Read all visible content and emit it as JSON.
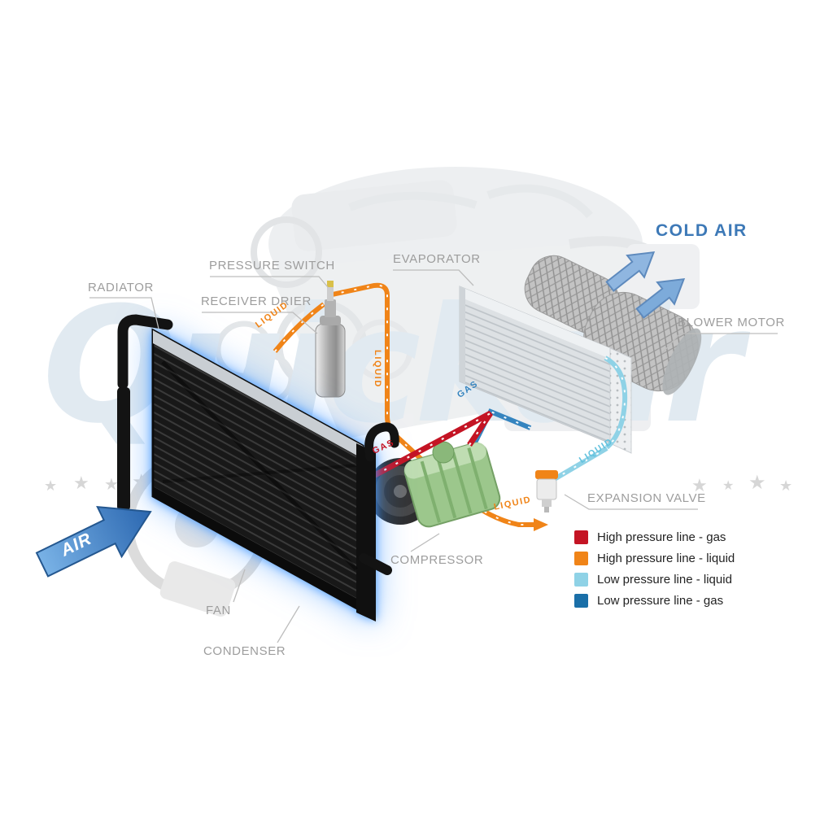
{
  "watermark": {
    "text": "Quickair"
  },
  "icons": {
    "star": "★"
  },
  "labels": {
    "radiator": "RADIATOR",
    "pressure_switch": "PRESSURE SWITCH",
    "receiver_drier": "RECEIVER DRIER",
    "evaporator": "EVAPORATOR",
    "cold_air": "COLD AIR",
    "blower_motor": "BLOWER MOTOR",
    "expansion_valve": "EXPANSION VALVE",
    "compressor": "COMPRESSOR",
    "fan": "FAN",
    "condenser": "CONDENSER",
    "air": "AIR"
  },
  "pipe_labels": {
    "liquid_condenser_out": "LIQUID",
    "liquid_drier_down": "LIQUID",
    "gas_suction": "GAS",
    "gas_discharge": "GAS",
    "liquid_to_valve": "LIQUID",
    "liquid_valve_to_evaporator": "LIQUID"
  },
  "legend": {
    "items": [
      {
        "label": "High pressure line - gas",
        "color": "#c41424"
      },
      {
        "label": "High pressure line - liquid",
        "color": "#f08418"
      },
      {
        "label": "Low pressure line - liquid",
        "color": "#8fd2e6"
      },
      {
        "label": "Low pressure line -  gas",
        "color": "#1a6fa8"
      }
    ]
  },
  "colors": {
    "high_pressure_gas": "#c41424",
    "high_pressure_liquid": "#f08418",
    "low_pressure_liquid": "#8fd2e6",
    "low_pressure_gas": "#1a6fa8",
    "cold_air_text": "#3d79b7",
    "component_label": "#9d9d9d",
    "condenser_glow": "#4096ff"
  }
}
